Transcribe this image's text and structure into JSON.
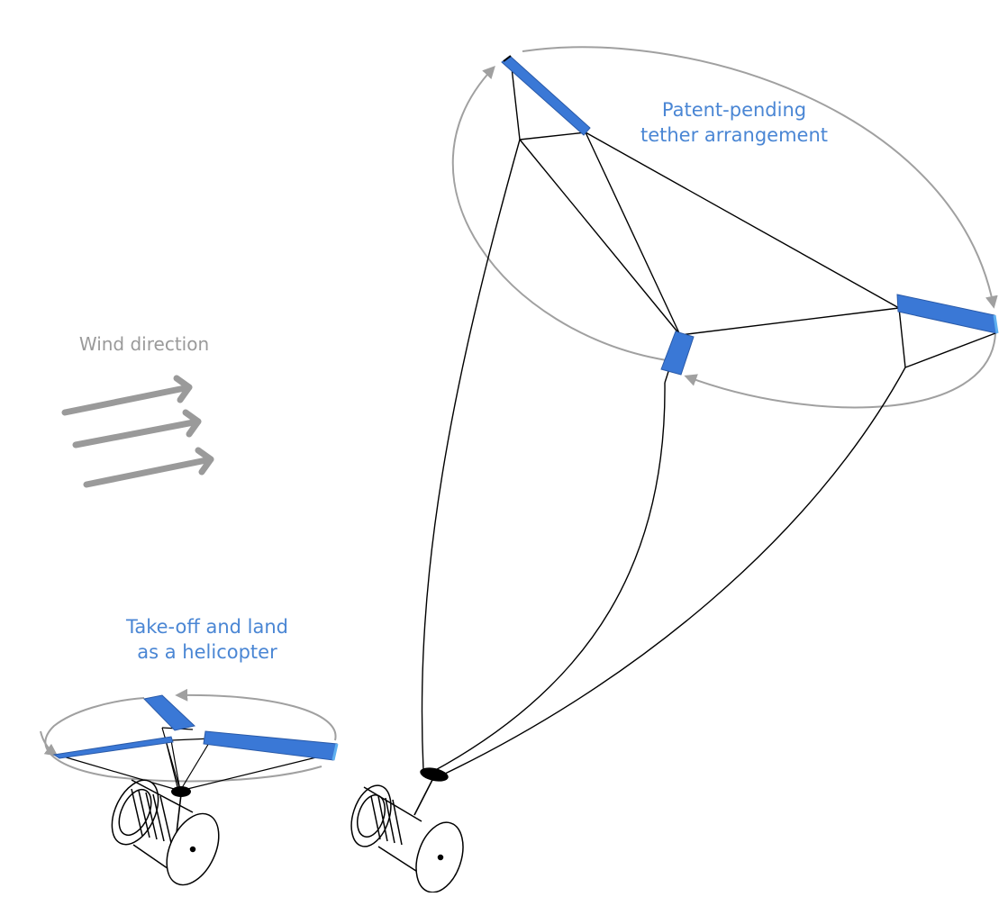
{
  "labels": {
    "tether_line1": "Patent-pending",
    "tether_line2": "tether arrangement",
    "wind": "Wind direction",
    "takeoff_line1": "Take-off and land",
    "takeoff_line2": "as a helicopter"
  },
  "colors": {
    "wing": "#3a78d6",
    "wing_edge": "#2a5aa8",
    "wing_tip": "#5fb0f0",
    "annotation_blue": "#4a86d4",
    "arrow_gray": "#9a9a9a",
    "orbit_gray": "#a0a0a0",
    "line": "#000000"
  }
}
